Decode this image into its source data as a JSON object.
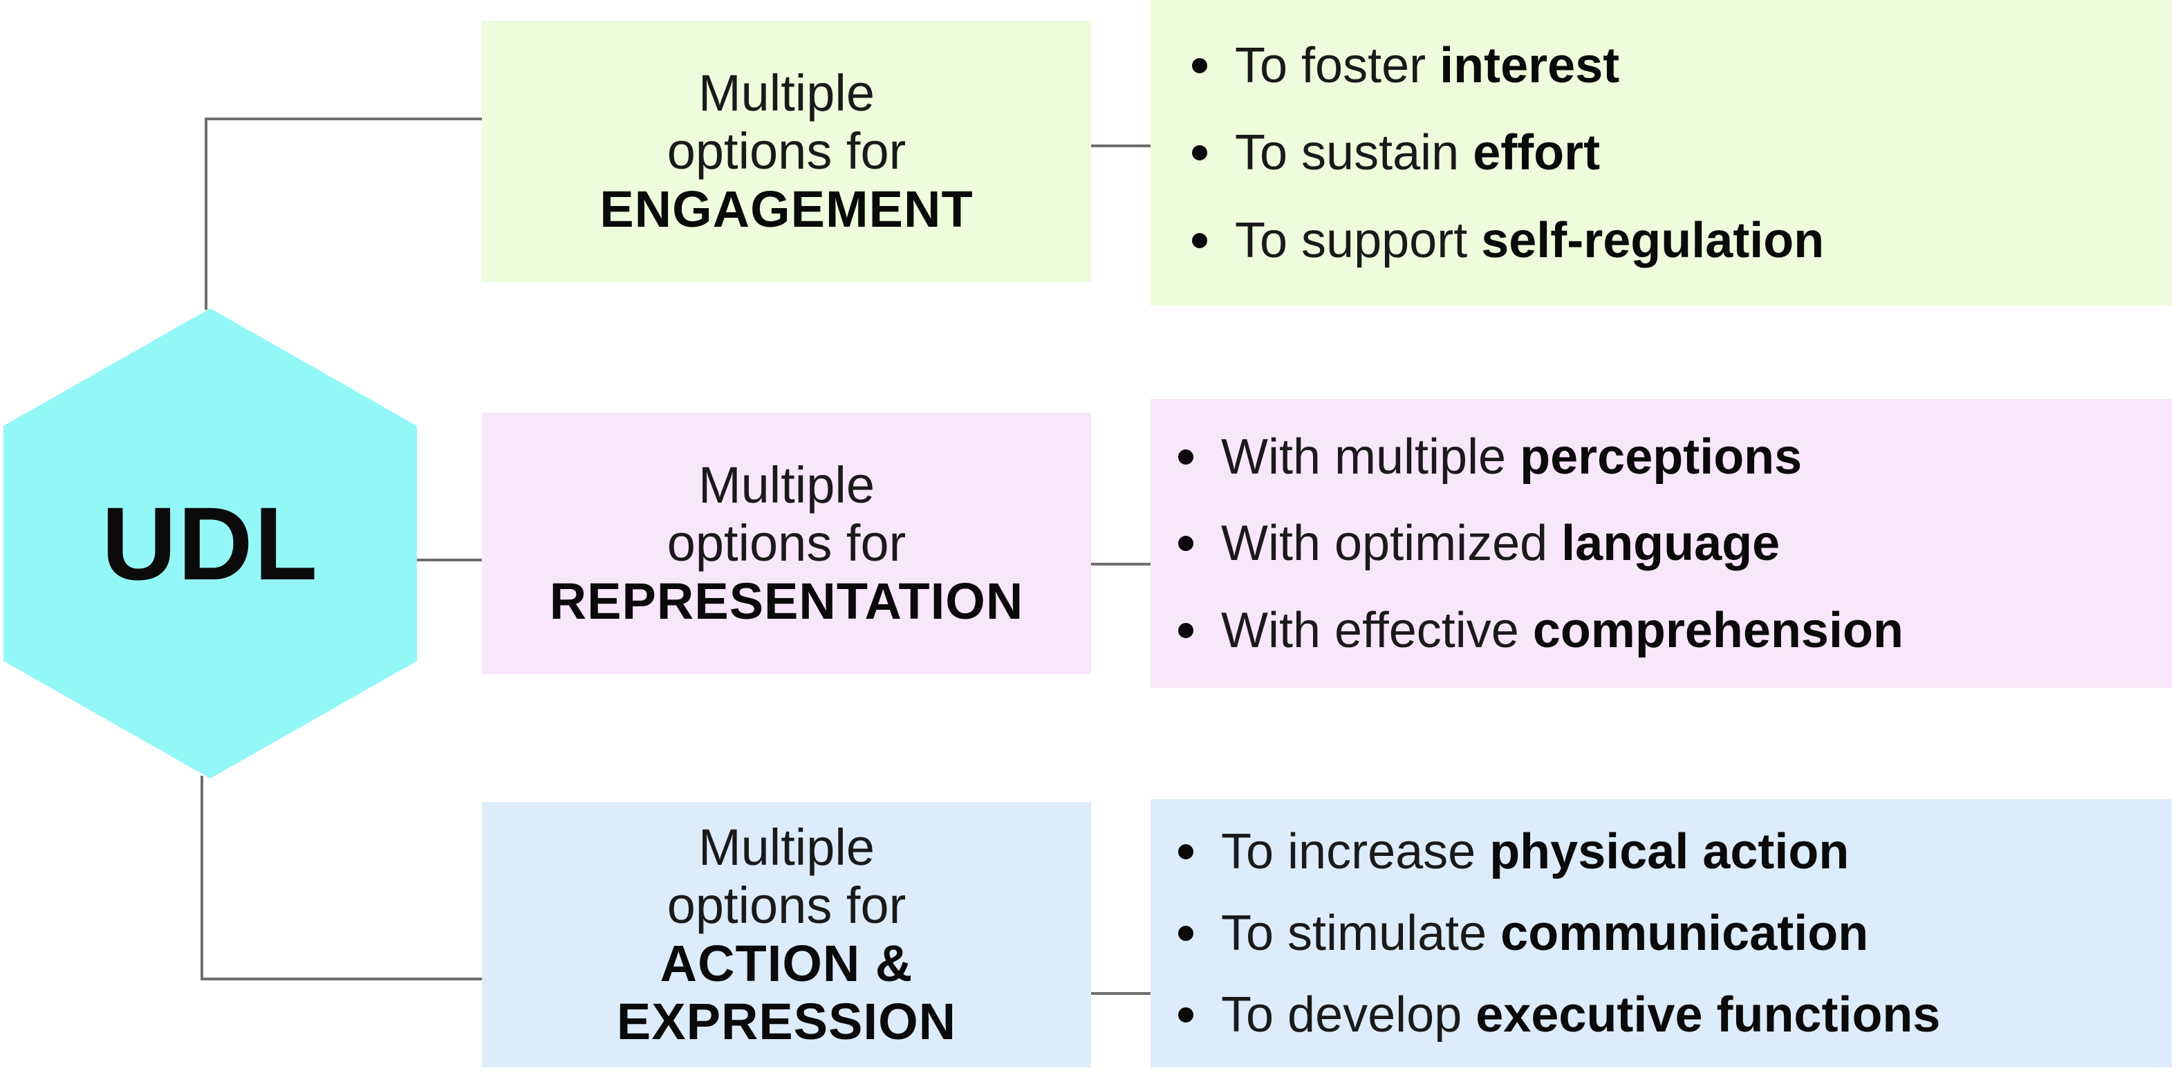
{
  "diagram": {
    "center": {
      "label": "UDL",
      "color": "#93f7f8"
    },
    "colors": {
      "connector": "#6f6f6f",
      "engagement_bg": "#eefbdc",
      "representation_bg": "#f8e6fa",
      "action_bg": "#ddecfb"
    },
    "branches": [
      {
        "category": {
          "line1": "Multiple",
          "line2": "options for",
          "line3": "ENGAGEMENT",
          "line4": ""
        },
        "items": [
          {
            "light": "To foster",
            "bold": "interest"
          },
          {
            "light": "To sustain",
            "bold": "effort"
          },
          {
            "light": "To support",
            "bold": "self-regulation"
          }
        ]
      },
      {
        "category": {
          "line1": "Multiple",
          "line2": "options for",
          "line3": "REPRESENTATION",
          "line4": ""
        },
        "items": [
          {
            "light": "With multiple",
            "bold": "perceptions"
          },
          {
            "light": "With optimized",
            "bold": "language"
          },
          {
            "light": "With effective",
            "bold": "comprehension"
          }
        ]
      },
      {
        "category": {
          "line1": "Multiple",
          "line2": "options for",
          "line3": "ACTION &",
          "line4": "EXPRESSION"
        },
        "items": [
          {
            "light": "To increase",
            "bold": "physical action"
          },
          {
            "light": "To stimulate",
            "bold": "communication"
          },
          {
            "light": "To develop",
            "bold": "executive functions"
          }
        ]
      }
    ]
  }
}
